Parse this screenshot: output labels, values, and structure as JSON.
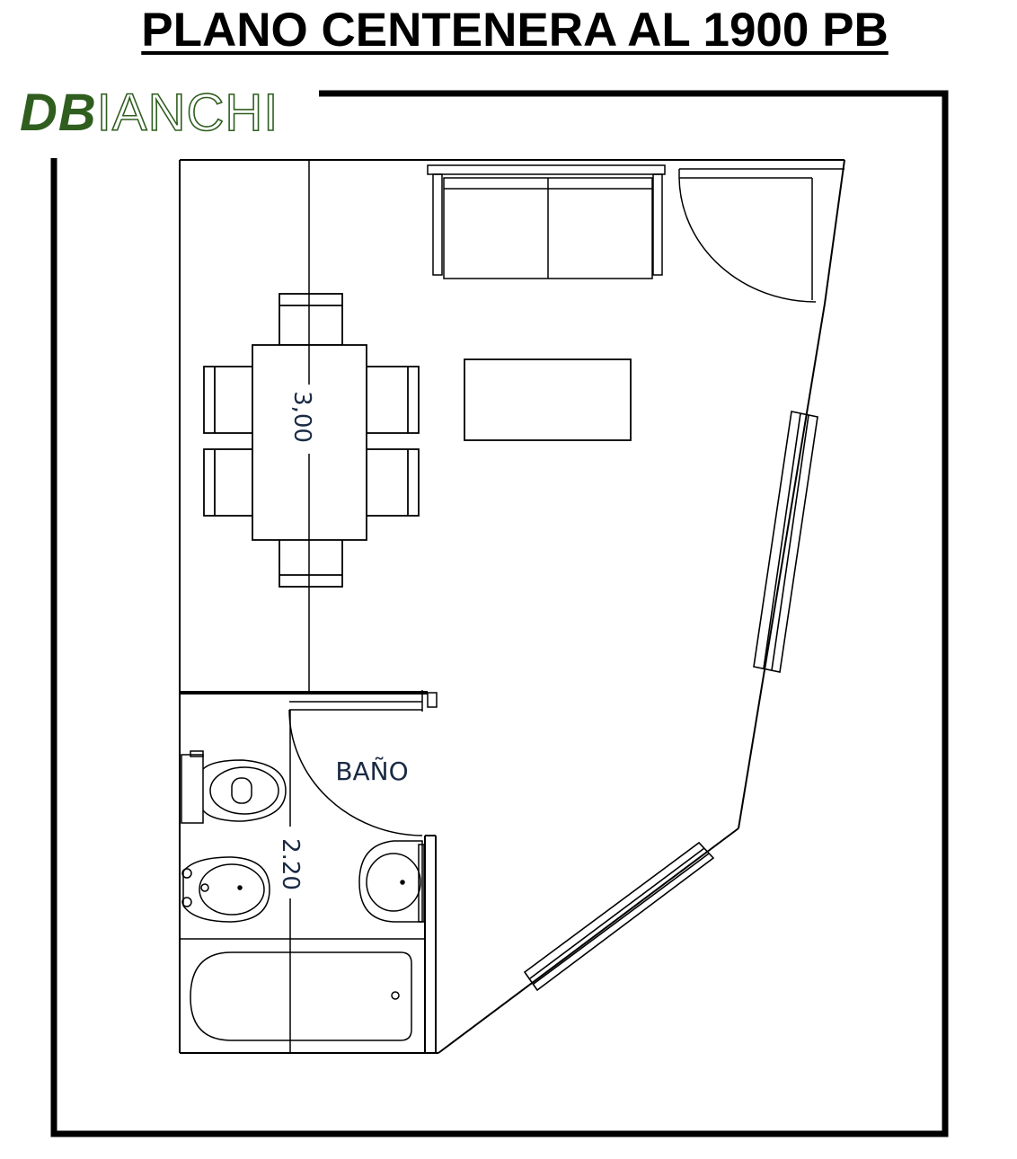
{
  "title": "PLANO CENTENERA AL 1900 PB",
  "logo": {
    "part1": "DB",
    "part2": "IANCHI",
    "color": "#2f5e1f"
  },
  "labels": {
    "room": "BAÑO",
    "dim_dining": "3,00",
    "dim_bath": "2.20"
  },
  "colors": {
    "line": "#000000",
    "dim_text": "#1a2a44",
    "brand": "#2f5e1f"
  }
}
